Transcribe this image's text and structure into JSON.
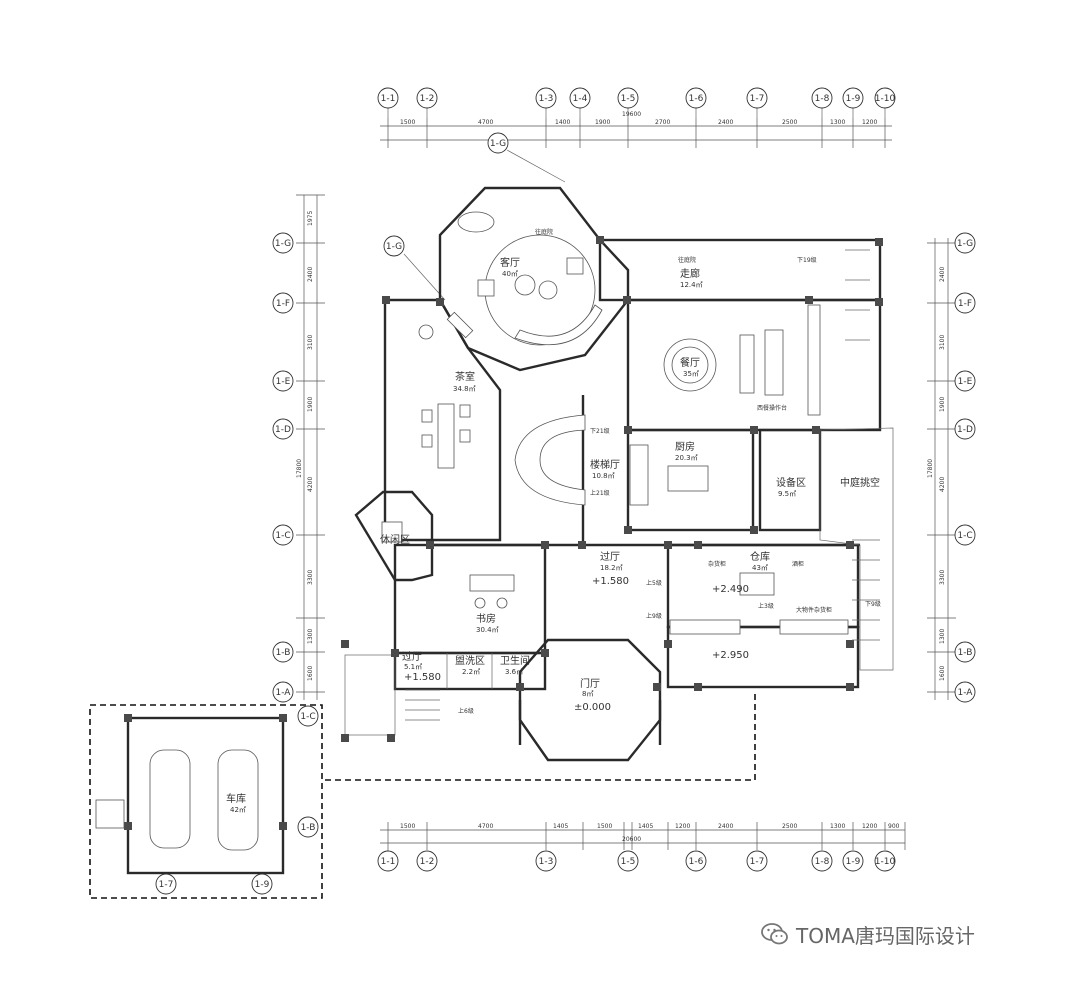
{
  "top_axes": [
    "1-1",
    "1-2",
    "1-3",
    "1-4",
    "1-5",
    "1-6",
    "1-7",
    "1-8",
    "1-9",
    "1-10"
  ],
  "bottom_axes": [
    "1-1",
    "1-2",
    "1-3",
    "1-5",
    "1-6",
    "1-7",
    "1-8",
    "1-9",
    "1-10"
  ],
  "side_axes": [
    "1-G",
    "1-F",
    "1-E",
    "1-D",
    "1-C",
    "1-B",
    "1-A"
  ],
  "top_dims": {
    "segments": [
      "1500",
      "4700",
      "1400",
      "1900",
      "2700",
      "2400",
      "2500",
      "1300",
      "1200"
    ],
    "total": "19600"
  },
  "bottom_dims": {
    "segments": [
      "1500",
      "4700",
      "1405",
      "1500",
      "1405",
      "1200",
      "2400",
      "2500",
      "1300",
      "1200",
      "900"
    ],
    "total": "20600"
  },
  "side_dims": {
    "segments": [
      "1975",
      "2400",
      "3100",
      "1900",
      "4200",
      "3300",
      "1300",
      "1600"
    ],
    "total": "17800"
  },
  "rooms": {
    "living": {
      "name": "客厅",
      "area": "40㎡"
    },
    "corridor": {
      "name": "走廊",
      "area": "12.4㎡"
    },
    "tea": {
      "name": "茶室",
      "area": "34.8㎡"
    },
    "dining": {
      "name": "餐厅",
      "area": "35㎡"
    },
    "stair_hall": {
      "name": "楼梯厅",
      "area": "10.8㎡"
    },
    "kitchen": {
      "name": "厨房",
      "area": "20.3㎡"
    },
    "equipment": {
      "name": "设备区",
      "area": "9.5㎡"
    },
    "courtyard": {
      "name": "中庭挑空",
      "area": ""
    },
    "leisure": {
      "name": "休闲区",
      "area": ""
    },
    "hall": {
      "name": "过厅",
      "area": "18.2㎡"
    },
    "storage": {
      "name": "仓库",
      "area": "43㎡"
    },
    "study": {
      "name": "书房",
      "area": "30.4㎡"
    },
    "small_hall": {
      "name": "过厅",
      "area": "5.1㎡"
    },
    "laundry": {
      "name": "盥洗区",
      "area": "2.2㎡"
    },
    "bathroom": {
      "name": "卫生间",
      "area": "3.6㎡"
    },
    "entry": {
      "name": "门厅",
      "area": "8㎡"
    },
    "garage": {
      "name": "车库",
      "area": "42㎡"
    }
  },
  "elevations": {
    "hall": "+1.580",
    "storage": "+2.490",
    "lower": "+2.950",
    "small_hall": "+1.580",
    "entry": "±0.000"
  },
  "notes": {
    "courtyard_label_1": "往庭院",
    "courtyard_label_2": "往庭院",
    "down_19": "下19级",
    "down_21": "下21级",
    "up_21": "上21级",
    "up_5": "上5级",
    "up_9": "上9级",
    "up_3": "上3级",
    "down_9": "下9级",
    "up_6": "上6级",
    "bar": "西餐操作台",
    "storage_left": "杂货柜",
    "storage_right": "酒柜",
    "storage_shelf": "大物件杂货柜"
  },
  "watermark": {
    "text": "TOMA唐玛国际设计"
  }
}
